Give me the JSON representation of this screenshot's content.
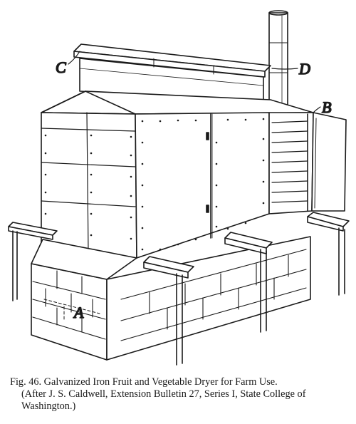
{
  "figure": {
    "labels": {
      "a": "A",
      "b": "B",
      "c": "C",
      "d": "D"
    }
  },
  "caption": {
    "fig_ref": "Fig. 46.",
    "title": "Galvanized Iron Fruit and Vegetable Dryer for Farm Use.",
    "source": "(After J. S. Caldwell, Extension Bulletin 27, Series I, State College of Washington.)"
  }
}
